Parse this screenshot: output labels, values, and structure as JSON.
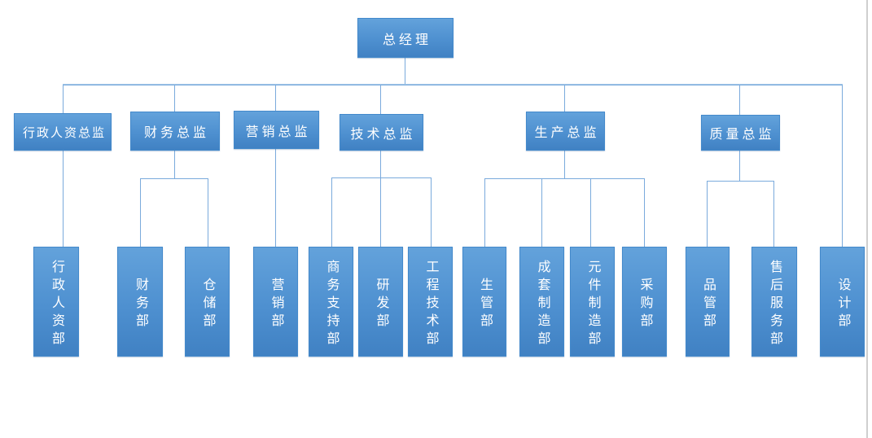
{
  "org": {
    "root": {
      "label": "总经理"
    },
    "directors": [
      {
        "label": "行政人资总监",
        "reports_to": "总经理"
      },
      {
        "label": "财务总监",
        "reports_to": "总经理"
      },
      {
        "label": "营销总监",
        "reports_to": "总经理"
      },
      {
        "label": "技术总监",
        "reports_to": "总经理"
      },
      {
        "label": "生产总监",
        "reports_to": "总经理"
      },
      {
        "label": "质量总监",
        "reports_to": "总经理"
      }
    ],
    "departments": [
      {
        "label": "行政人资部",
        "reports_to": "行政人资总监"
      },
      {
        "label": "财务部",
        "reports_to": "财务总监"
      },
      {
        "label": "仓储部",
        "reports_to": "财务总监"
      },
      {
        "label": "营销部",
        "reports_to": "营销总监"
      },
      {
        "label": "商务支持部",
        "reports_to": "技术总监"
      },
      {
        "label": "研发部",
        "reports_to": "技术总监"
      },
      {
        "label": "工程技术部",
        "reports_to": "技术总监"
      },
      {
        "label": "生管部",
        "reports_to": "生产总监"
      },
      {
        "label": "成套制造部",
        "reports_to": "生产总监"
      },
      {
        "label": "元件制造部",
        "reports_to": "生产总监"
      },
      {
        "label": "采购部",
        "reports_to": "生产总监"
      },
      {
        "label": "品管部",
        "reports_to": "质量总监"
      },
      {
        "label": "售后服务部",
        "reports_to": "质量总监"
      },
      {
        "label": "设计部",
        "reports_to": "总经理"
      }
    ],
    "colors": {
      "node_fill_top": "#63a2db",
      "node_fill_bottom": "#4081c3",
      "node_border": "#4389cb",
      "node_text": "#ffffff",
      "connector": "#7aaadc",
      "page_edge": "#cfcfcf",
      "background": "#ffffff"
    }
  }
}
